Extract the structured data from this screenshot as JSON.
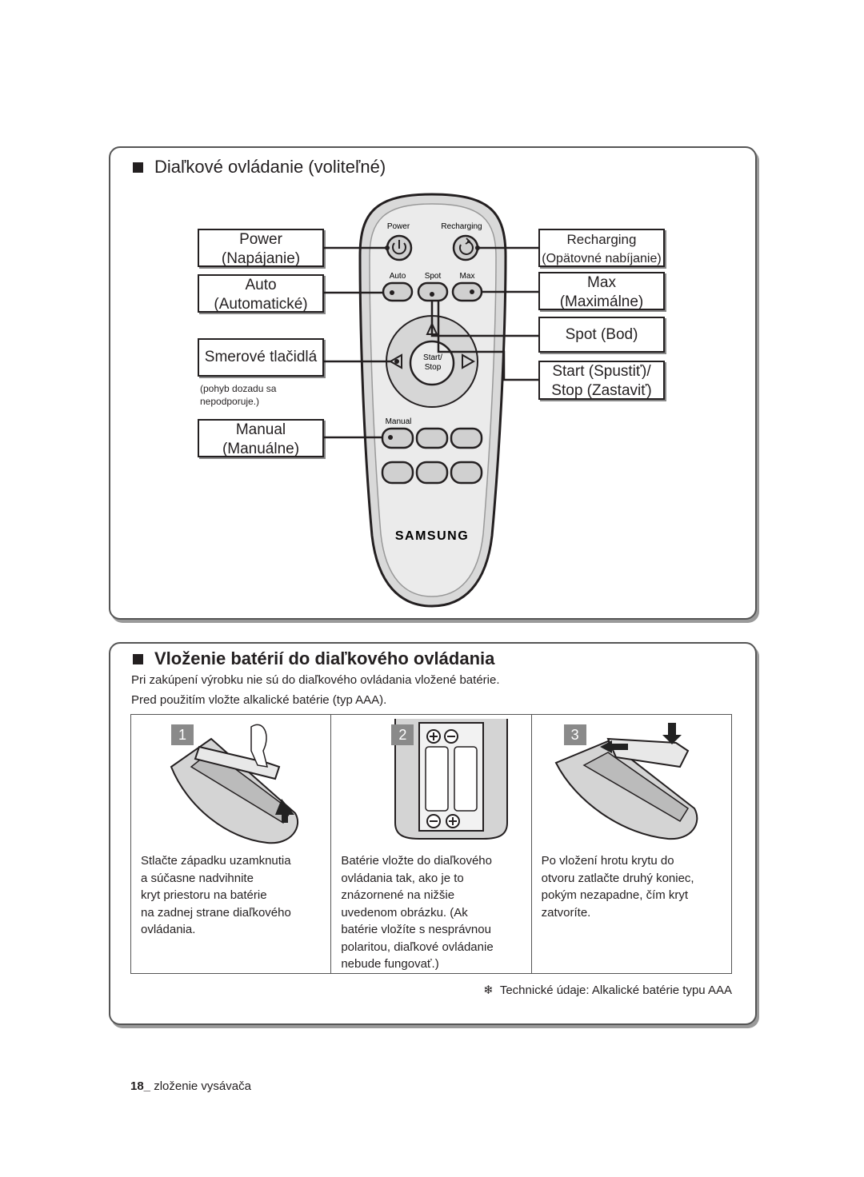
{
  "section1": {
    "title": "Diaľkové ovládanie (voliteľné)",
    "labels": {
      "power": [
        "Power",
        "(Napájanie)"
      ],
      "auto": [
        "Auto",
        "(Automatické)"
      ],
      "direction": "Smerové tlačidlá",
      "direction_note": [
        "(pohyb dozadu sa",
        "nepodporuje.)"
      ],
      "manual": [
        "Manual",
        "(Manuálne)"
      ],
      "recharging": [
        "Recharging",
        "(Opätovné nabíjanie)"
      ],
      "max": [
        "Max",
        "(Maximálne)"
      ],
      "spot": "Spot (Bod)",
      "startstop": [
        "Start (Spustiť)/",
        "Stop (Zastaviť)"
      ]
    },
    "remote": {
      "power": "Power",
      "recharging": "Recharging",
      "auto": "Auto",
      "spot": "Spot",
      "max": "Max",
      "start": "Start/",
      "stop": "Stop",
      "manual": "Manual",
      "brand": "SAMSUNG"
    }
  },
  "section2": {
    "title": "Vloženie batérií do diaľkového ovládania",
    "intro": [
      "Pri zakúpení výrobku nie sú do diaľkového ovládania vložené batérie.",
      "Pred použitím vložte alkalické batérie (typ AAA)."
    ],
    "steps": [
      {
        "num": "1",
        "lines": [
          "Stlačte západku uzamknutia",
          "a súčasne nadvihnite",
          "kryt priestoru na batérie",
          "na zadnej strane diaľkového",
          "ovládania."
        ]
      },
      {
        "num": "2",
        "lines": [
          "Batérie vložte do diaľkového",
          "ovládania tak, ako je to",
          "znázornené na nižšie",
          "uvedenom obrázku. (Ak",
          "batérie vložíte s nesprávnou",
          "polaritou, diaľkové ovládanie",
          "nebude fungovať.)"
        ]
      },
      {
        "num": "3",
        "lines": [
          "Po vložení hrotu krytu do",
          "otvoru zatlačte druhý koniec,",
          "pokým nezapadne, čím kryt",
          "zatvoríte."
        ]
      }
    ],
    "footnote_symbol": "❄",
    "footnote": "Technické údaje: Alkalické batérie typu AAA"
  },
  "footer": {
    "page": "18_",
    "text": "zloženie vysávača"
  }
}
